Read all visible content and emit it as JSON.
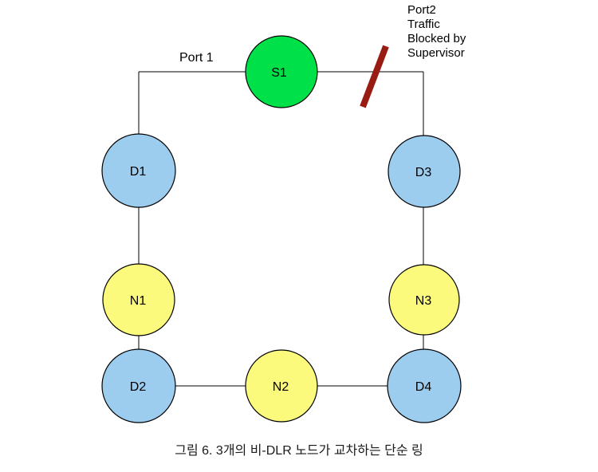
{
  "figure": {
    "caption": "그림 6. 3개의 비-DLR 노드가 교차하는 단순 링"
  },
  "annotations": {
    "port1_label": "Port 1",
    "blocked_note_lines": [
      "Port2",
      "Traffic",
      "Blocked by",
      "Supervisor"
    ]
  },
  "nodes": [
    {
      "label": "S1",
      "fill": "#00E048"
    },
    {
      "label": "D1",
      "fill": "#9CCCEE"
    },
    {
      "label": "D3",
      "fill": "#9CCCEE"
    },
    {
      "label": "N1",
      "fill": "#FCFA7D"
    },
    {
      "label": "N3",
      "fill": "#FCFA7D"
    },
    {
      "label": "D2",
      "fill": "#9CCCEE"
    },
    {
      "label": "N2",
      "fill": "#FCFA7D"
    },
    {
      "label": "D4",
      "fill": "#9CCCEE"
    }
  ],
  "colors": {
    "supervisor_green": "#00E048",
    "device_blue": "#9CCCEE",
    "non_dlr_yellow": "#FCFA7D",
    "block_slash_red": "#991C12",
    "ring_line_black": "#000000"
  }
}
